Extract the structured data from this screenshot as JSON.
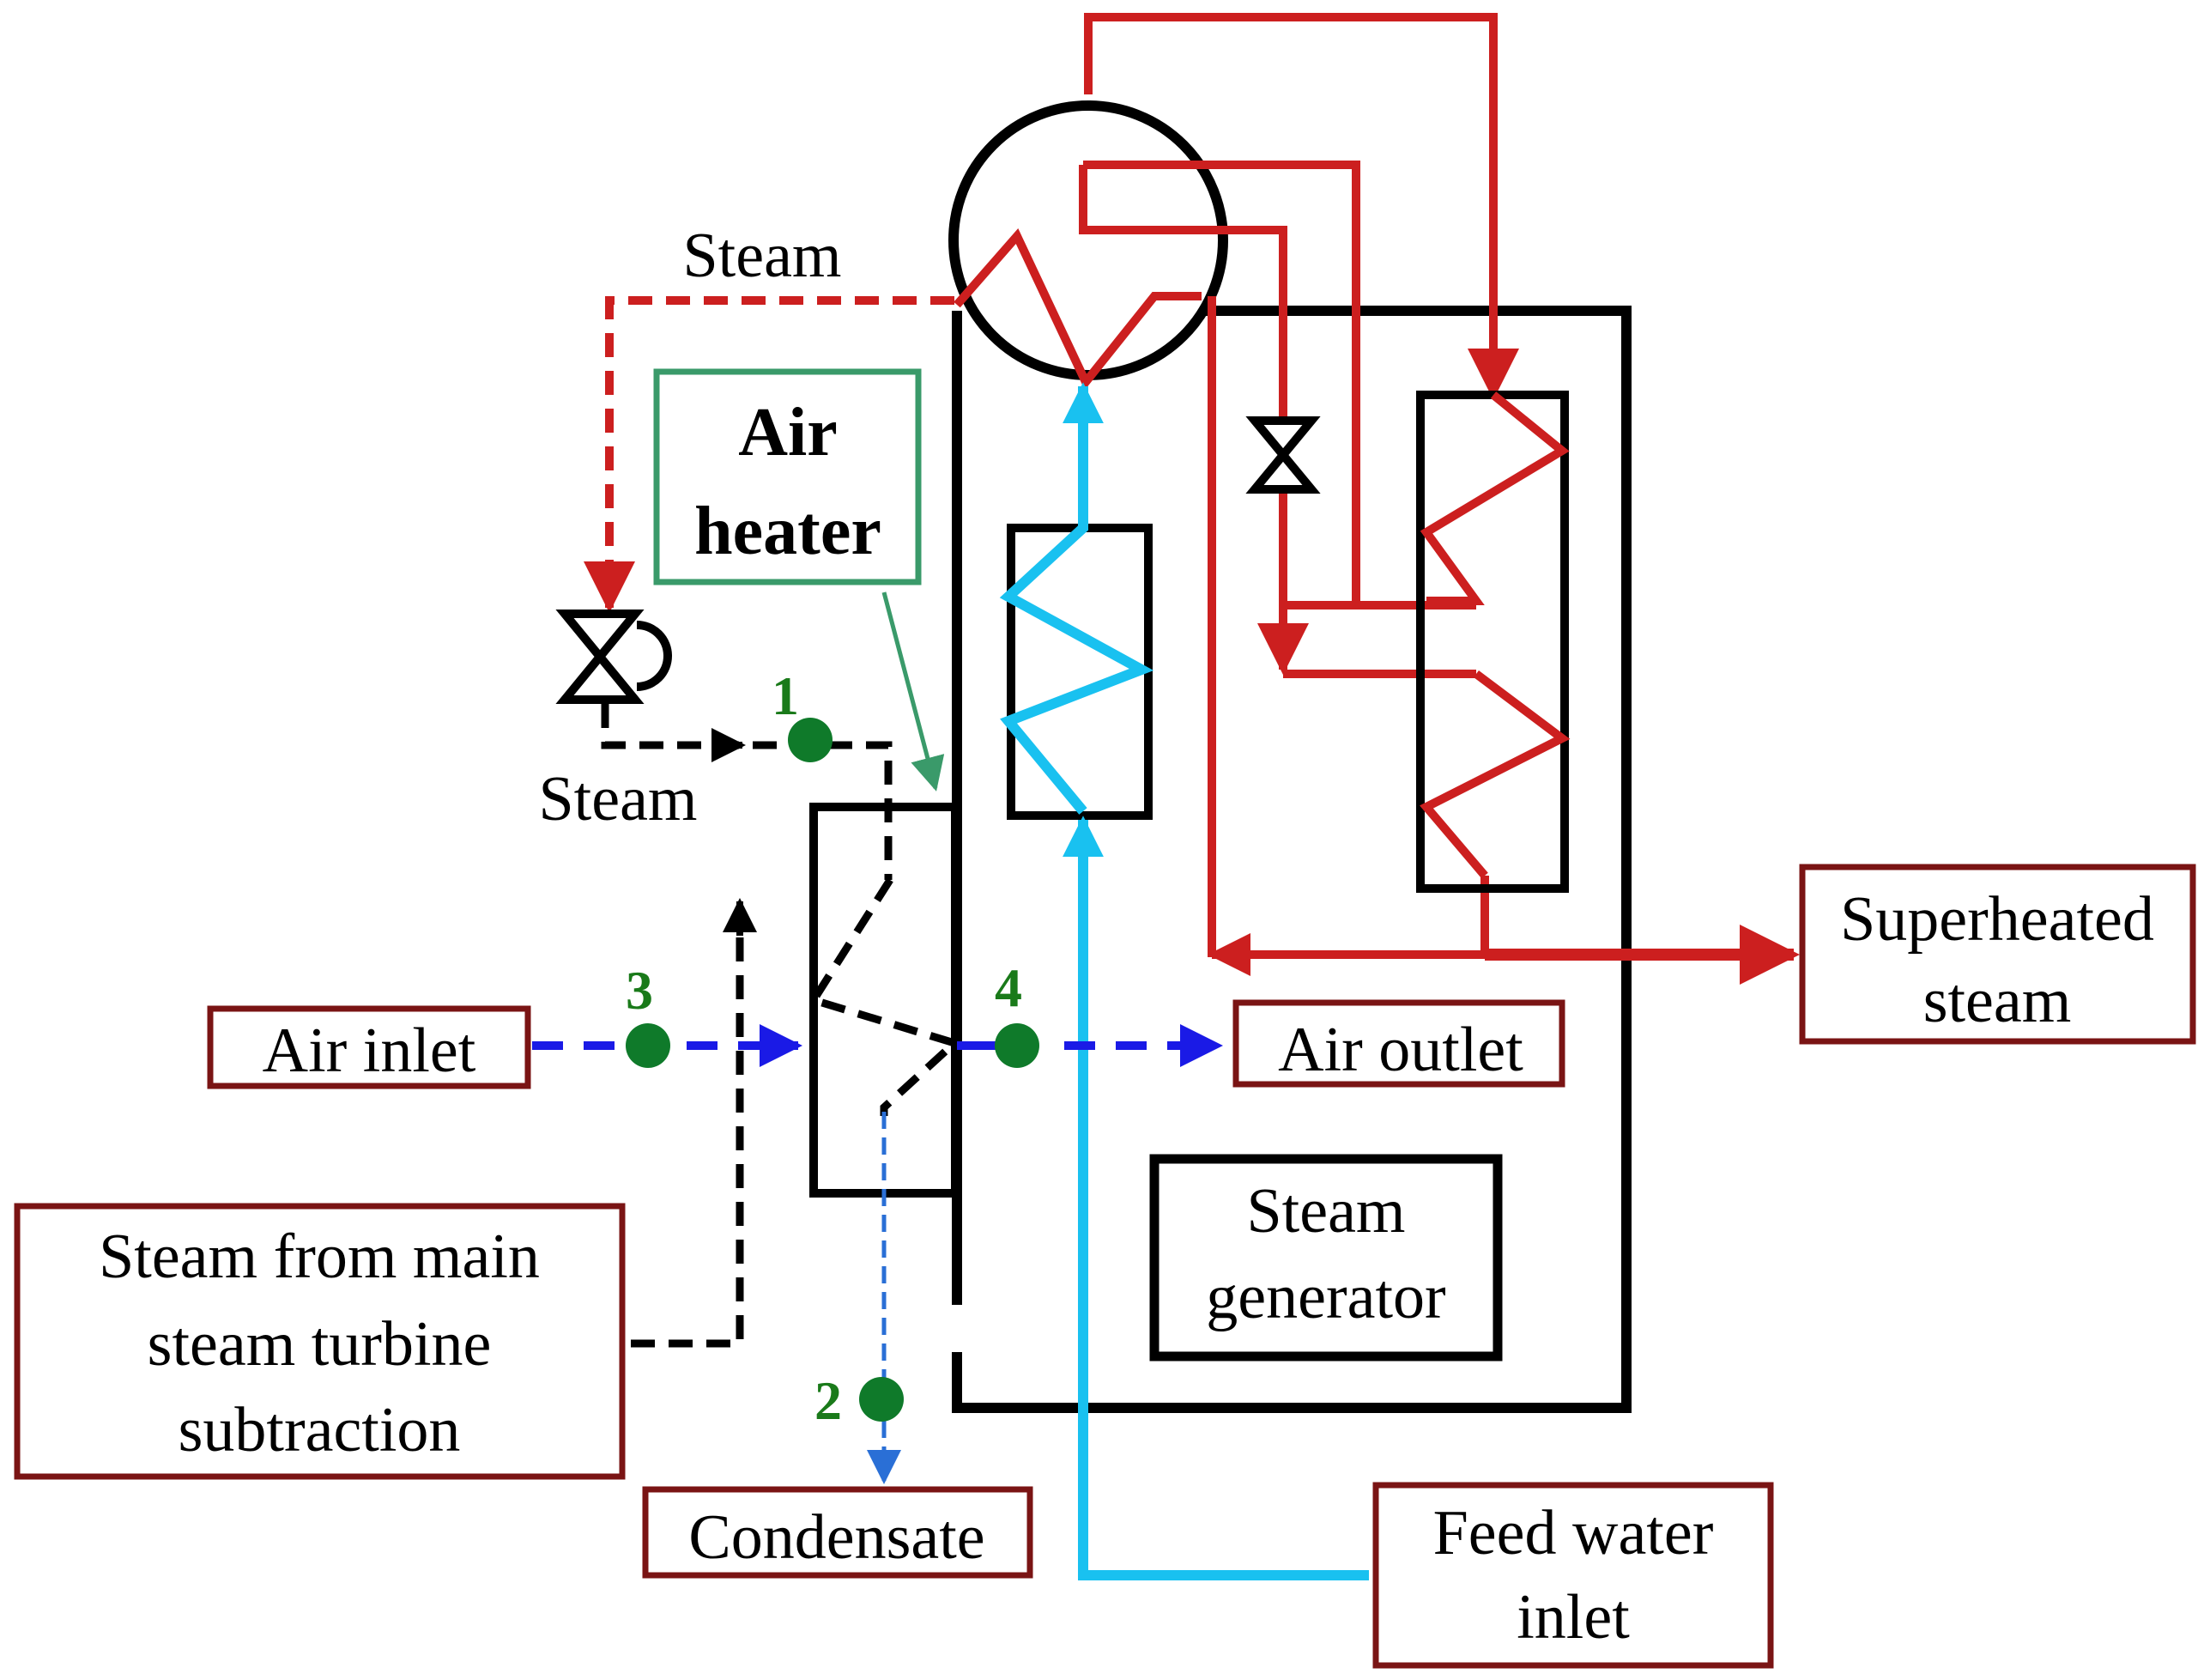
{
  "labels": {
    "air_heater_line1": "Air",
    "air_heater_line2": "heater",
    "steam_top": "Steam",
    "steam_left": "Steam",
    "air_inlet": "Air inlet",
    "air_outlet": "Air outlet",
    "superheated_line1": "Superheated",
    "superheated_line2": "steam",
    "steam_gen_line1": "Steam",
    "steam_gen_line2": "generator",
    "turbine_line1": "Steam from main",
    "turbine_line2": "steam turbine",
    "turbine_line3": "subtraction",
    "condensate": "Condensate",
    "feed_line1": "Feed water",
    "feed_line2": "inlet"
  },
  "points": [
    "1",
    "2",
    "3",
    "4"
  ],
  "colors": {
    "steam_red": "#cc1f1f",
    "water_cyan": "#19c1f0",
    "air_blue": "#1a1ae6",
    "point_green": "#0f7a2a",
    "label_border": "#7a1414",
    "air_heater_border": "#3a9a6a",
    "condensate_blue": "#2a6fd6"
  }
}
